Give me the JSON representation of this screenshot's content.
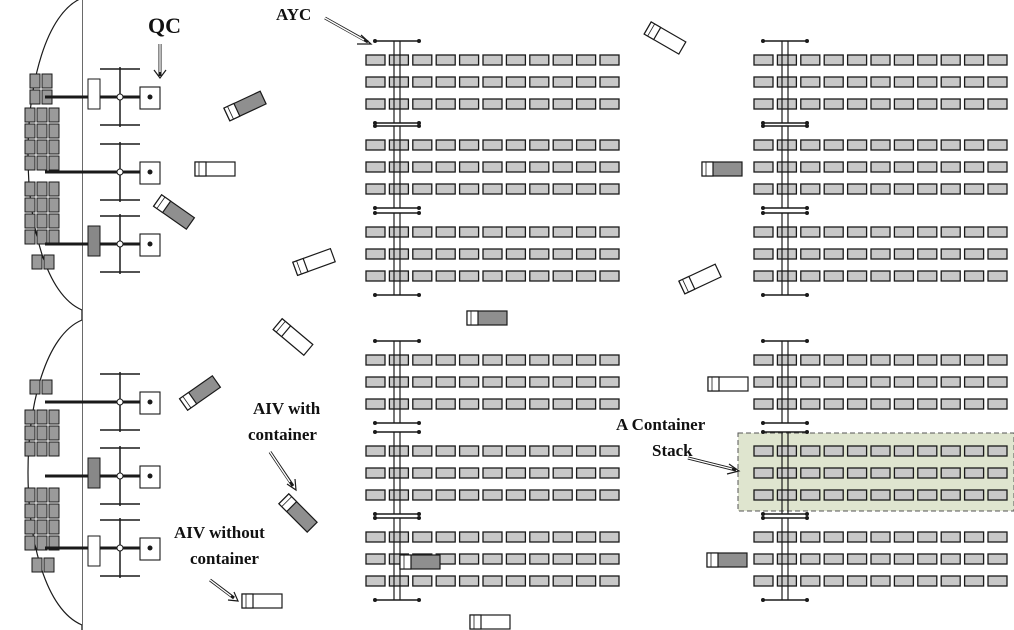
{
  "labels": {
    "qc": "QC",
    "ayc": "AYC",
    "aiv_with_line1": "AIV with",
    "aiv_with_line2": "container",
    "aiv_without_line1": "AIV without",
    "aiv_without_line2": "container",
    "stack_line1": "A Container",
    "stack_line2": "Stack"
  },
  "colors": {
    "container_fill": "#c8c8c8",
    "stack_highlight": "#dfe5cf",
    "stroke": "#1a1a1a"
  }
}
